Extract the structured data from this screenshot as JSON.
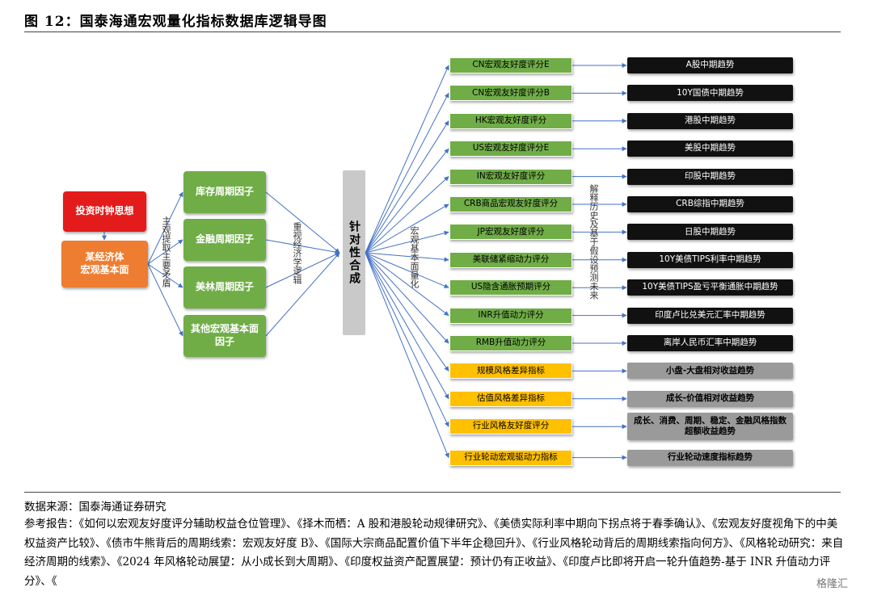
{
  "figure": {
    "title": "图 12：国泰海通宏观量化指标数据库逻辑导图"
  },
  "left": {
    "top_box": "投资时钟思想",
    "bottom_box": "某经济体\n宏观基本面",
    "label_1": "主观提取主要矛盾"
  },
  "factors": [
    "库存周期因子",
    "金融周期因子",
    "美林周期因子",
    "其他宏观基本面\n因子"
  ],
  "labels": {
    "label_2": "重视经济学逻辑",
    "label_3": "宏观基本面量化",
    "label_4": "解释历史及基于假设预测未来"
  },
  "center": {
    "label": "针对性合成"
  },
  "indicators": [
    {
      "name": "CN宏观友好度评分E",
      "out": "A股中期趋势",
      "style": "green",
      "out_style": "black"
    },
    {
      "name": "CN宏观友好度评分B",
      "out": "10Y国债中期趋势",
      "style": "green",
      "out_style": "black"
    },
    {
      "name": "HK宏观友好度评分",
      "out": "港股中期趋势",
      "style": "green",
      "out_style": "black"
    },
    {
      "name": "US宏观友好度评分E",
      "out": "美股中期趋势",
      "style": "green",
      "out_style": "black"
    },
    {
      "name": "IN宏观友好度评分",
      "out": "印股中期趋势",
      "style": "green",
      "out_style": "black"
    },
    {
      "name": "CRB商品宏观友好度评分",
      "out": "CRB综指中期趋势",
      "style": "green",
      "out_style": "black"
    },
    {
      "name": "JP宏观友好度评分",
      "out": "日股中期趋势",
      "style": "green",
      "out_style": "black"
    },
    {
      "name": "美联储紧缩动力评分",
      "out": "10Y美债TIPS利率中期趋势",
      "style": "green",
      "out_style": "black"
    },
    {
      "name": "US隐含通胀预期评分",
      "out": "10Y美债TIPS盈亏平衡通胀中期趋势",
      "style": "green",
      "out_style": "black"
    },
    {
      "name": "INR升值动力评分",
      "out": "印度卢比兑美元汇率中期趋势",
      "style": "green",
      "out_style": "black"
    },
    {
      "name": "RMB升值动力评分",
      "out": "离岸人民币汇率中期趋势",
      "style": "green",
      "out_style": "black"
    },
    {
      "name": "规模风格差异指标",
      "out": "小盘-大盘相对收益趋势",
      "style": "yellow",
      "out_style": "gray"
    },
    {
      "name": "估值风格差异指标",
      "out": "成长-价值相对收益趋势",
      "style": "yellow",
      "out_style": "gray"
    },
    {
      "name": "行业风格友好度评分",
      "out": "成长、消费、周期、稳定、金融风格指数\n超额收益趋势",
      "style": "yellow",
      "out_style": "gray"
    },
    {
      "name": "行业轮动宏观驱动力指标",
      "out": "行业轮动速度指标趋势",
      "style": "yellow",
      "out_style": "gray"
    }
  ],
  "footer": {
    "source": "数据来源：国泰海通证券研究",
    "refs": "参考报告：《如何以宏观友好度评分辅助权益仓位管理》、《择木而栖：A 股和港股轮动规律研究》、《美债实际利率中期向下拐点将于春季确认》、《宏观友好度视角下的中美权益资产比较》、《债市牛熊背后的周期线索：宏观友好度 B》、《国际大宗商品配置价值下半年企稳回升》、《行业风格轮动背后的周期线索指向何方》、《风格轮动研究：来自经济周期的线索》、《2024 年风格轮动展望：从小成长到大周期》、《印度权益资产配置展望：预计仍有正收益》、《印度卢比即将开启一轮升值趋势-基于 INR 升值动力评分》、《",
    "watermark": "格隆汇"
  },
  "colors": {
    "red": "#e41b1b",
    "orange": "#ee7d31",
    "green": "#70ad47",
    "yellow": "#ffc000",
    "black": "#111111",
    "gray": "#9a9a9a",
    "arrow": "#4472c4"
  }
}
